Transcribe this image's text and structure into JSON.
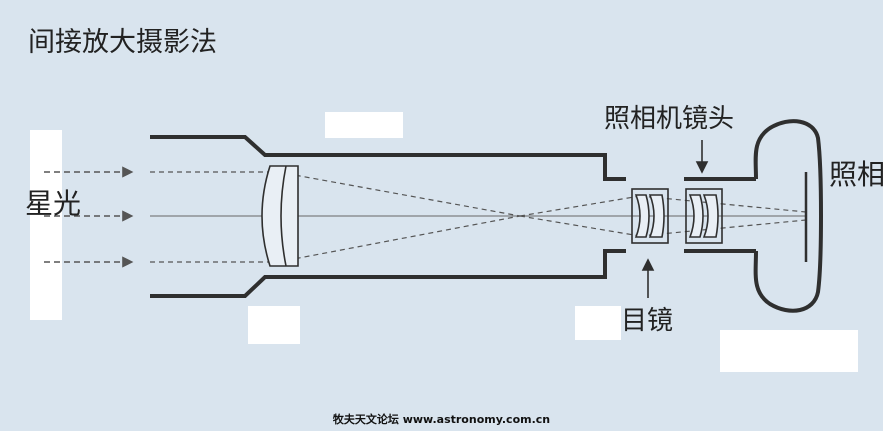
{
  "diagram": {
    "title": "间接放大摄影法",
    "star_light_label": "星光",
    "camera_lens_label": "照相机镜头",
    "eyepiece_label": "目镜",
    "camera_label": "照相机",
    "footer": "牧夫天文论坛 www.astronomy.com.cn"
  },
  "colors": {
    "background": "#d9e4ee",
    "stroke": "#2f2f2f",
    "ray": "#555555",
    "lens_fill": "#e9eff5"
  }
}
